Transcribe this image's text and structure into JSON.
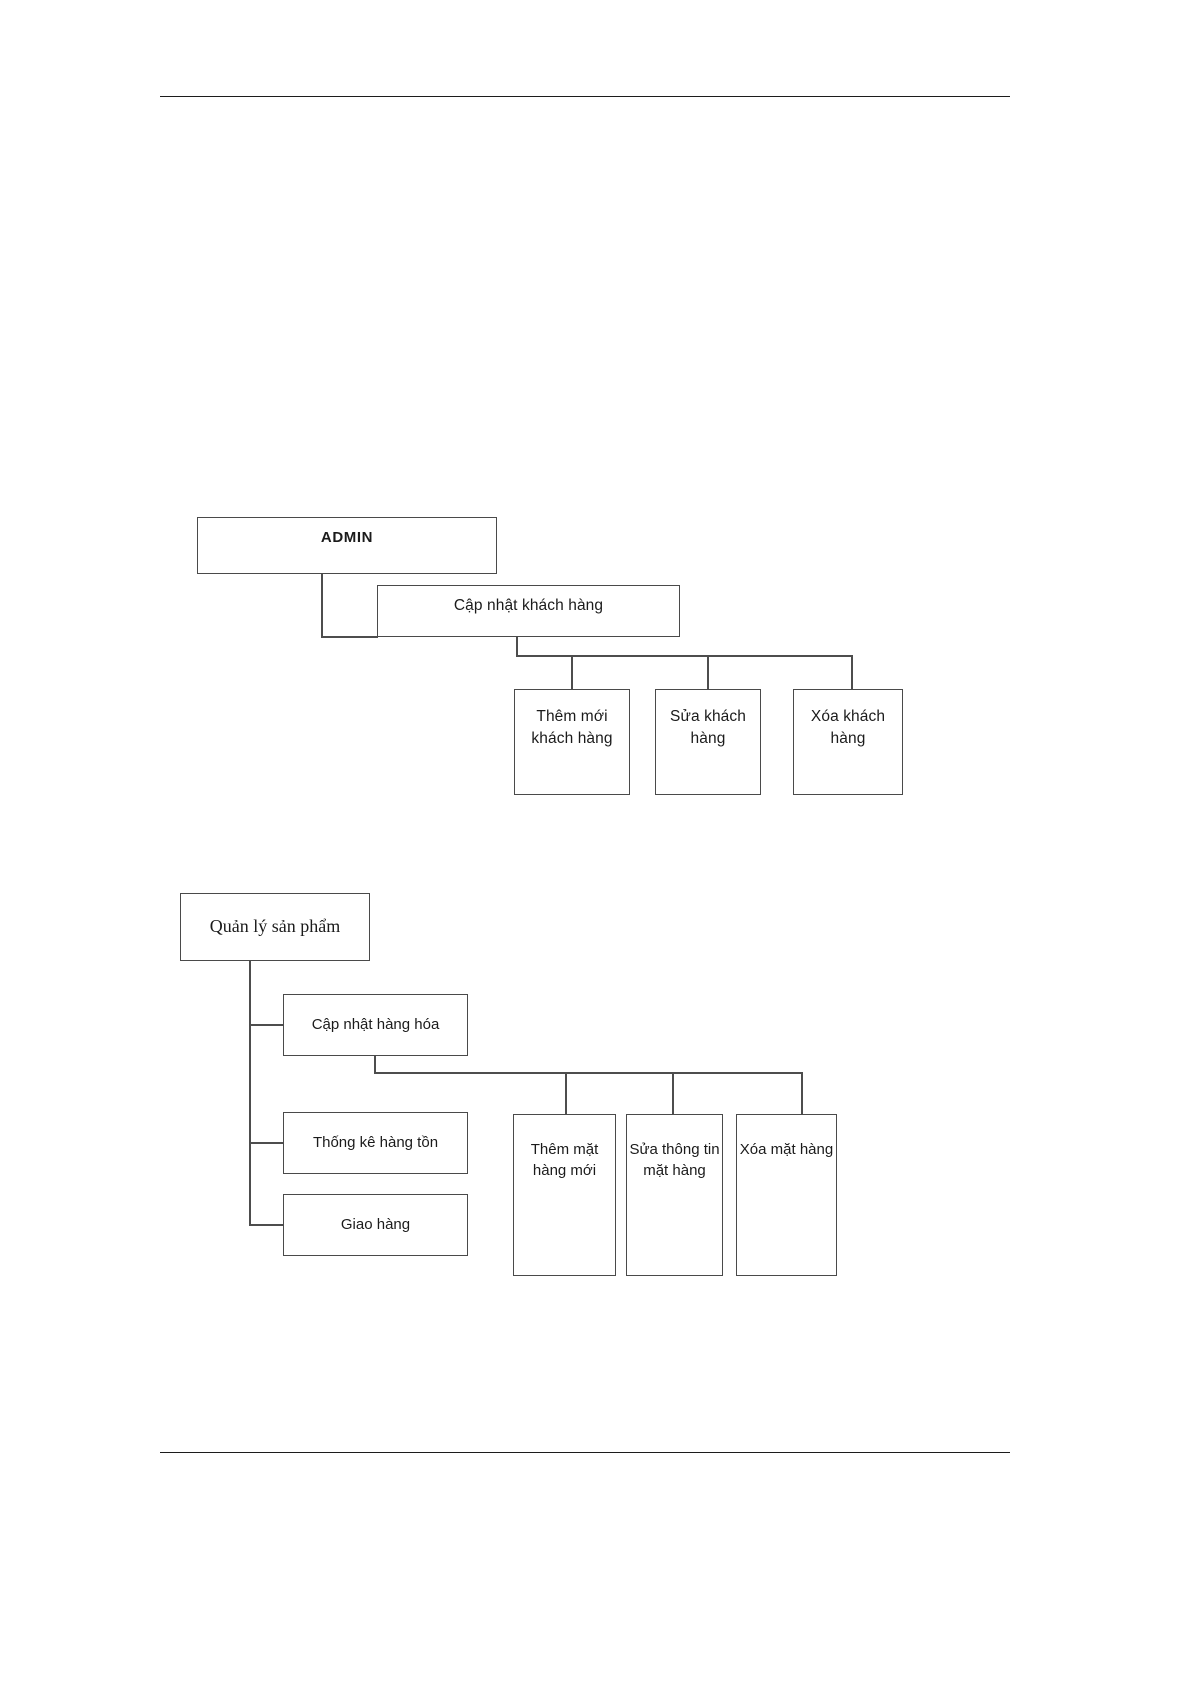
{
  "document": {
    "page_background": "#ffffff",
    "rule_color": "#1c1c1c",
    "box_border_color": "#4a4a4a",
    "line_color": "#4d4d4d",
    "text_color": "#1b1b1b"
  },
  "diagram1": {
    "title": "ADMIN customer management tree",
    "root": {
      "label": "ADMIN"
    },
    "level2": [
      {
        "label": "Cập nhật khách hàng"
      }
    ],
    "level3": [
      {
        "label": "Thêm mới khách hàng"
      },
      {
        "label": "Sửa khách hàng"
      },
      {
        "label": "Xóa khách hàng"
      }
    ]
  },
  "diagram2": {
    "title": "Product management tree",
    "root": {
      "label": "Quản lý sản phẩm"
    },
    "level2": [
      {
        "label": "Cập nhật hàng hóa"
      },
      {
        "label": "Thống kê hàng tồn"
      },
      {
        "label": "Giao hàng"
      }
    ],
    "level3": [
      {
        "label": "Thêm mặt hàng mới"
      },
      {
        "label": "Sửa thông tin  mặt hàng"
      },
      {
        "label": "Xóa mặt hàng"
      }
    ]
  }
}
